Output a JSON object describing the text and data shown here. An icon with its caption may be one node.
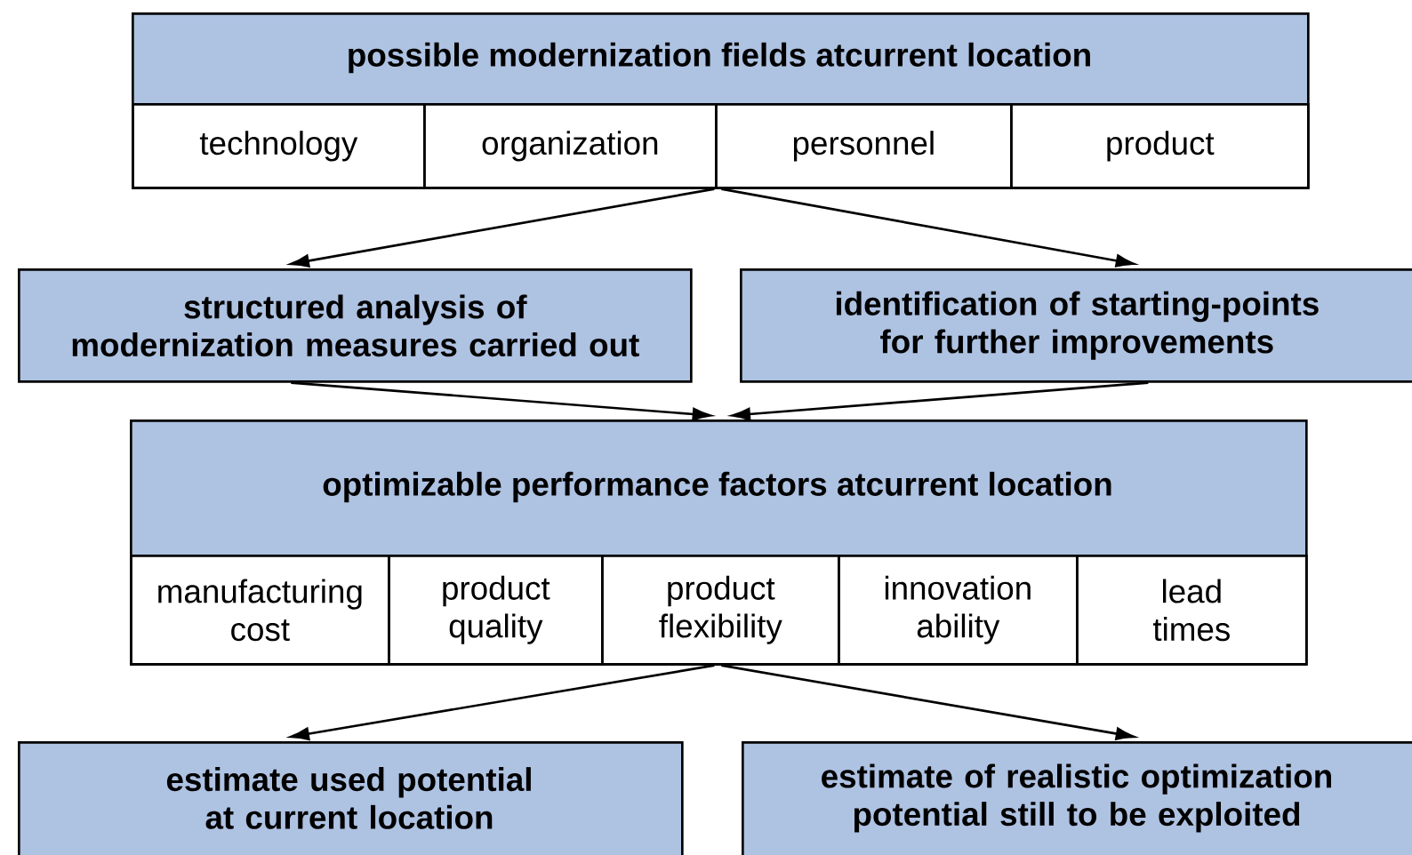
{
  "diagram": {
    "nodes": [
      {
        "text": [
          "possible modernization fields atcurrent location"
        ]
      },
      {
        "text": [
          "technology"
        ],
        "in": 0
      },
      {
        "text": [
          "organization"
        ],
        "in": 0
      },
      {
        "text": [
          "personnel"
        ],
        "in": 0
      },
      {
        "text": [
          "product"
        ],
        "in": 0
      },
      {
        "text": [
          "structured analysis of modernization measures carried out"
        ]
      },
      {
        "text": [
          "identification of starting-points for further improvements"
        ]
      },
      {
        "text": [
          "optimizable performance factors atcurrent location"
        ]
      },
      {
        "text": [
          "manufacturing cost"
        ],
        "in": 7
      },
      {
        "text": [
          "product quality"
        ],
        "in": 7
      },
      {
        "text": [
          "product flexibility"
        ],
        "in": 7
      },
      {
        "text": [
          "innovation ability"
        ],
        "in": 7
      },
      {
        "text": [
          "lead times"
        ],
        "in": 7
      },
      {
        "text": [
          "estimate used potential at current location"
        ]
      },
      {
        "text": [
          "estimate of realistic optimization potential still to be exploited"
        ]
      }
    ],
    "edges": [
      {
        "from": 0,
        "to": 5,
        "arrow": "to"
      },
      {
        "from": 0,
        "to": 6,
        "arrow": "to"
      },
      {
        "from": 5,
        "to": 7,
        "arrow": "to"
      },
      {
        "from": 6,
        "to": 7,
        "arrow": "to"
      },
      {
        "from": 7,
        "to": 13,
        "arrow": "to"
      },
      {
        "from": 7,
        "to": 14,
        "arrow": "to"
      }
    ]
  }
}
